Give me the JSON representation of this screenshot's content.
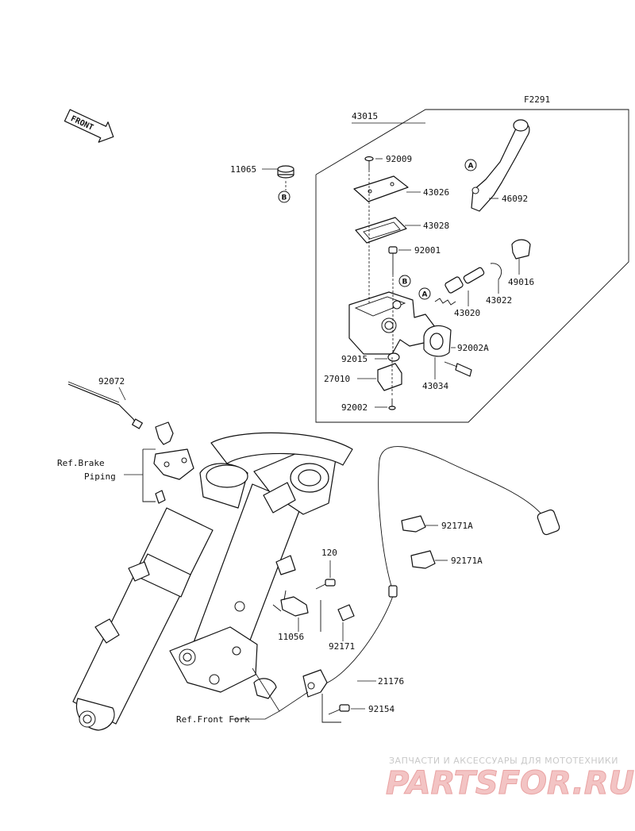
{
  "figure_id": "F2291",
  "front_arrow_text": "FRONT",
  "parts": {
    "p43015": "43015",
    "p11065": "11065",
    "p92009": "92009",
    "p43026": "43026",
    "p46092": "46092",
    "p43028": "43028",
    "p92001": "92001",
    "p49016": "49016",
    "p43022": "43022",
    "p43020": "43020",
    "p92002A": "92002A",
    "p92015": "92015",
    "p27010": "27010",
    "p43034": "43034",
    "p92002": "92002",
    "p92072": "92072",
    "p92171A_1": "92171A",
    "p92171A_2": "92171A",
    "p120": "120",
    "p11056": "11056",
    "p92171": "92171",
    "p21176": "21176",
    "p92154": "92154"
  },
  "refs": {
    "brake_line1": "Ref.Brake",
    "brake_line2": "Piping",
    "fork": "Ref.Front Fork"
  },
  "markers": {
    "a": "A",
    "b": "B"
  },
  "watermark": {
    "tagline": "ЗАПЧАСТИ И АКСЕССУАРЫ ДЛЯ МОТОТЕХНИКИ",
    "brand": "PARTSFOR.RU"
  }
}
